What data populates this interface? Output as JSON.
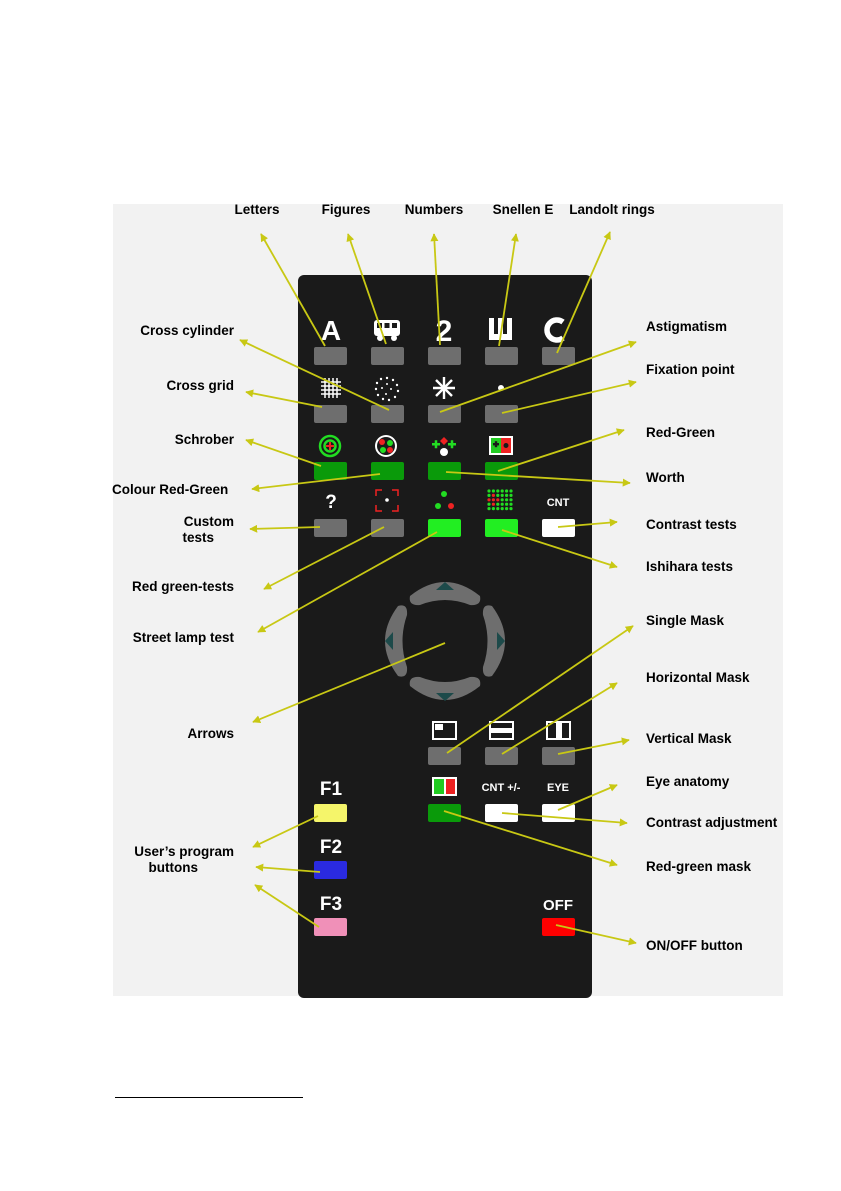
{
  "callouts": {
    "letters": "Letters",
    "figures": "Figures",
    "numbers": "Numbers",
    "snellen_e": "Snellen E",
    "landolt_rings": "Landolt rings",
    "cross_cylinder": "Cross cylinder",
    "cross_grid": "Cross grid",
    "schrober": "Schrober",
    "colour_red_green": "Colour Red-Green",
    "custom_tests_1": "Custom",
    "custom_tests_2": "tests",
    "red_green_tests": "Red green-tests",
    "street_lamp_test": "Street lamp test",
    "arrows": "Arrows",
    "users_program_1": "User’s program",
    "users_program_2": "buttons",
    "astigmatism": "Astigmatism",
    "fixation_point": "Fixation point",
    "red_green": "Red-Green",
    "worth": "Worth",
    "contrast_tests": "Contrast tests",
    "ishihara_tests": "Ishihara tests",
    "single_mask": "Single Mask",
    "horizontal_mask": "Horizontal Mask",
    "vertical_mask": "Vertical Mask",
    "eye_anatomy": "Eye anatomy",
    "contrast_adjustment": "Contrast adjustment",
    "red_green_mask": "Red-green mask",
    "on_off_button": "ON/OFF button"
  },
  "remote": {
    "symbols": {
      "letters": "A",
      "numbers": "2",
      "snellen_e": "E",
      "landolt": "C",
      "custom": "?"
    },
    "labels": {
      "cnt": "CNT",
      "cnt_plus_minus": "CNT +/-",
      "eye": "EYE",
      "f1": "F1",
      "f2": "F2",
      "f3": "F3",
      "off": "OFF"
    }
  },
  "colors": {
    "panel_background": "#f2f2f2",
    "remote_body": "#1a1a1a",
    "grey_button": "#6e6e6e",
    "dark_green_button": "#0a9a0a",
    "bright_green_button": "#22ee22",
    "white_button": "#ffffff",
    "yellow_button": "#f5f56a",
    "blue_button": "#2a2ae0",
    "pink_button": "#f090b8",
    "red_button": "#ff0000",
    "callout_arrow": "#c8c814"
  }
}
